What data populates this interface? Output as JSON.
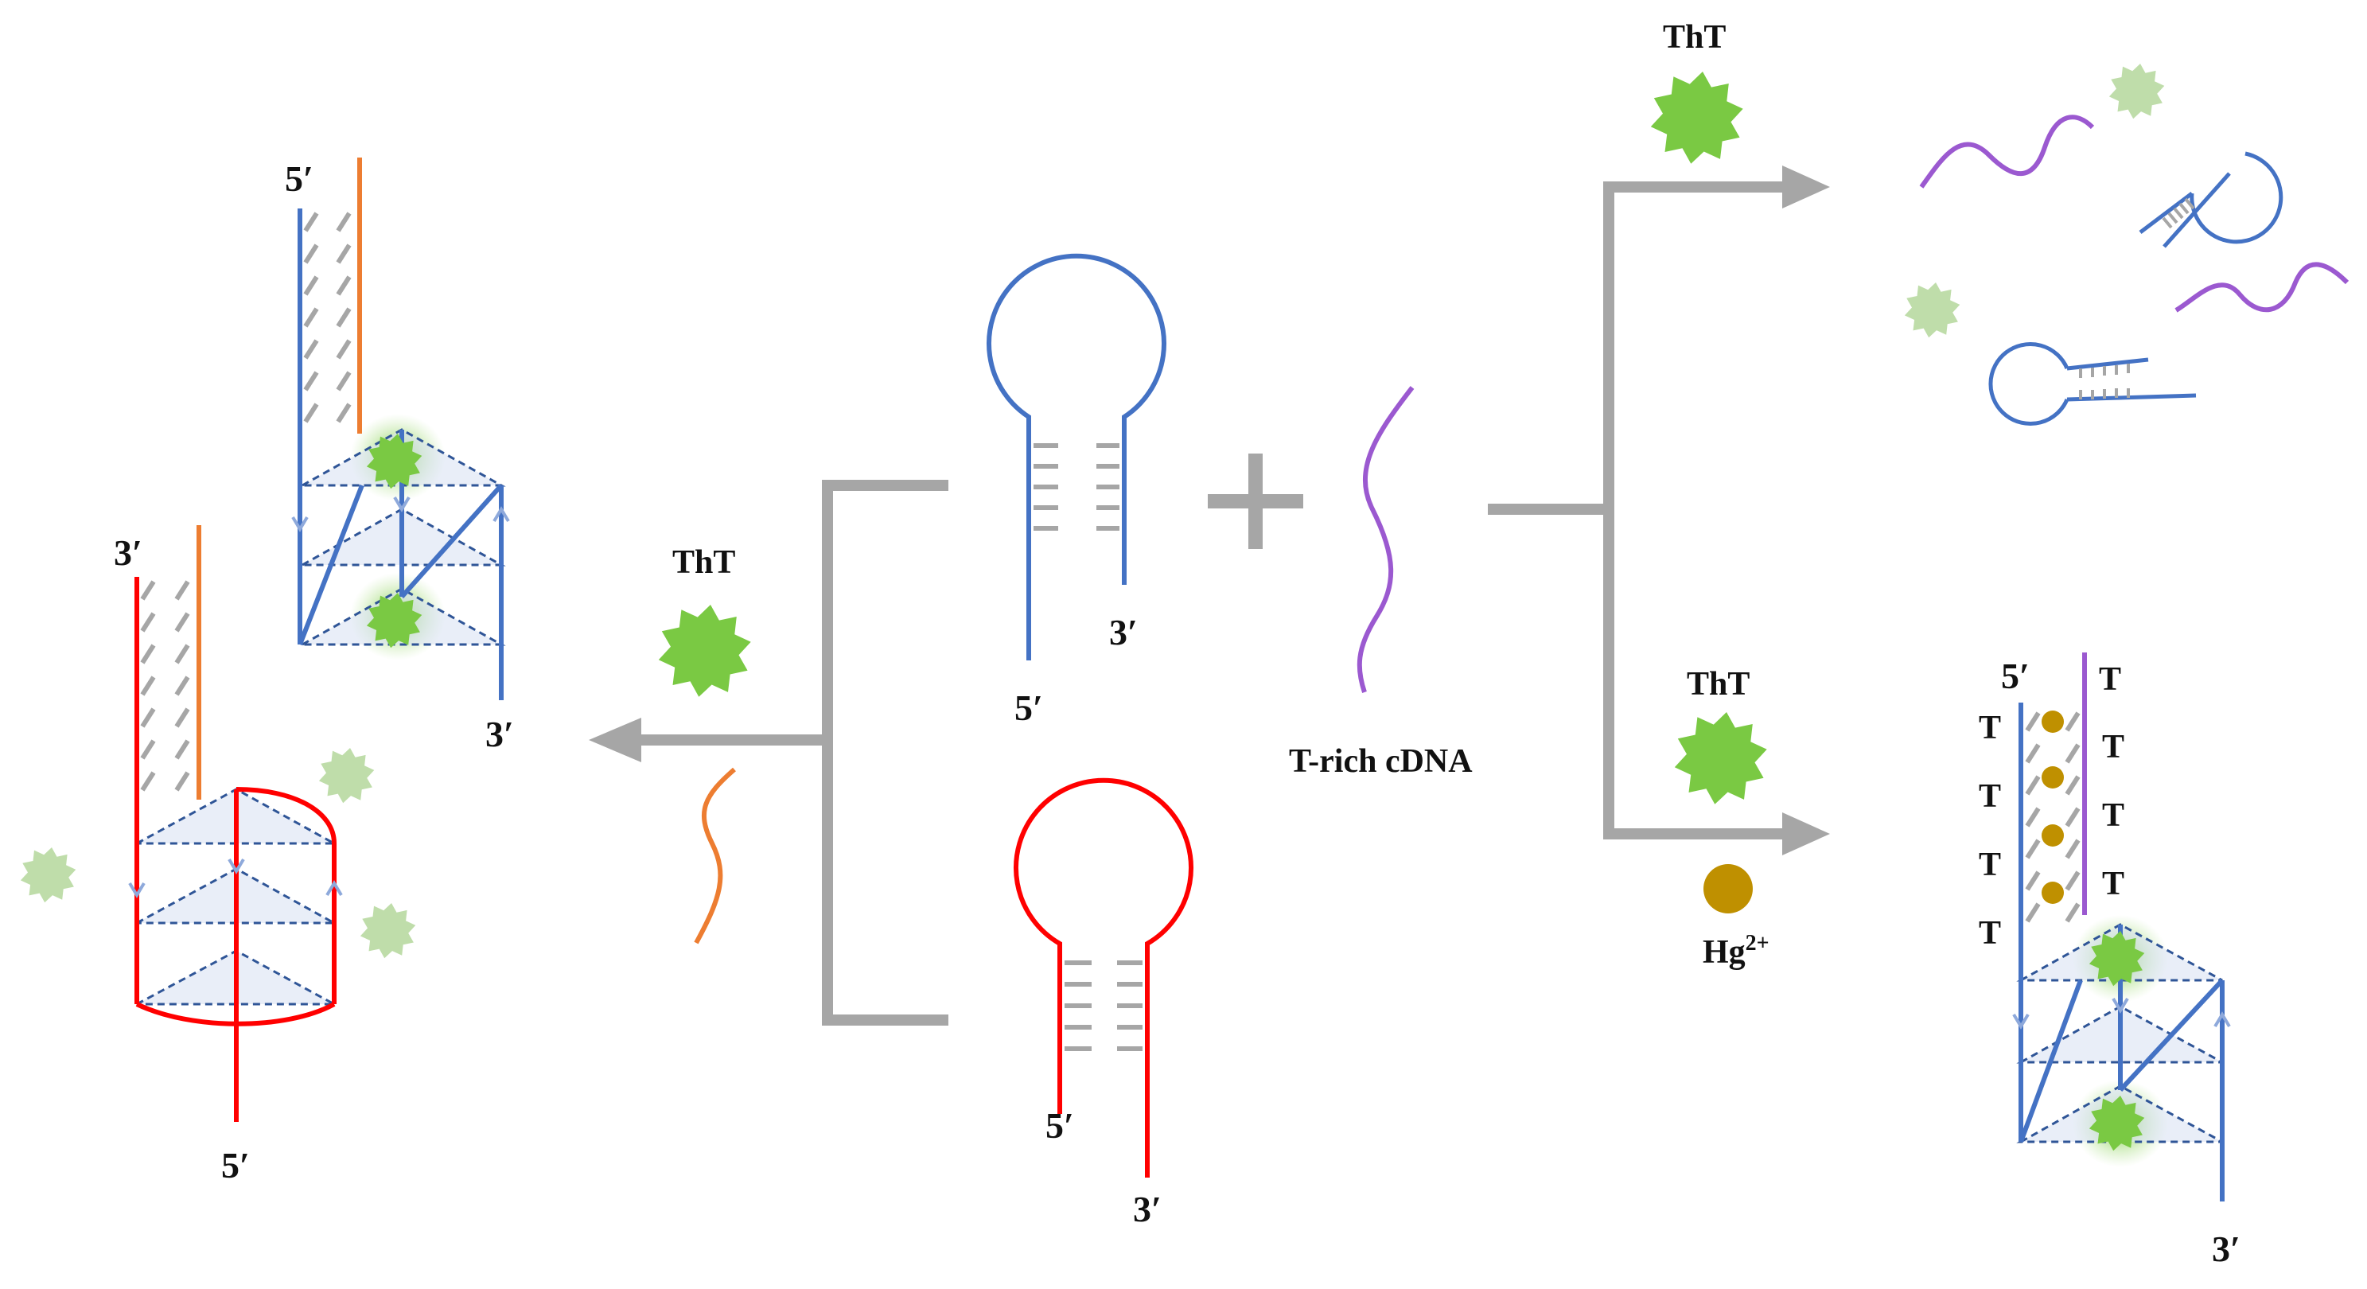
{
  "labels": {
    "tht": "ThT",
    "trich_cdna": "T-rich cDNA",
    "hg_base": "Hg",
    "hg_charge": "2+",
    "plus": "+",
    "five_prime": "5′",
    "three_prime": "3′",
    "t": "T"
  },
  "colors": {
    "arrow": "#a6a6a6",
    "blue_strand": "#4472c4",
    "red_strand": "#ff0000",
    "orange_strand": "#ed7d31",
    "purple_strand": "#9b59d0",
    "ladder": "#a6a6a6",
    "tht_star": "#7ac943",
    "tht_star_faint": "#a9d18e",
    "hg_ion": "#bf9000",
    "quad_fill": "#dae3f3",
    "quad_dash": "#2f5597"
  }
}
